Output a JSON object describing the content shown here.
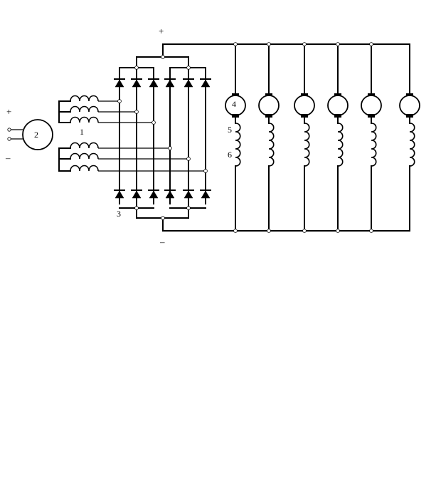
{
  "labels": {
    "plus_top": "+",
    "minus_bottom": "–",
    "plus_generator": "+",
    "minus_generator": "–",
    "generator": "2",
    "transformer": "1",
    "rectifier": "3",
    "motor": "4",
    "label_5": "5",
    "label_6": "6"
  },
  "motor_count": 6,
  "diode_count": 12,
  "colors": {
    "line": "#000000",
    "background": "#ffffff"
  }
}
